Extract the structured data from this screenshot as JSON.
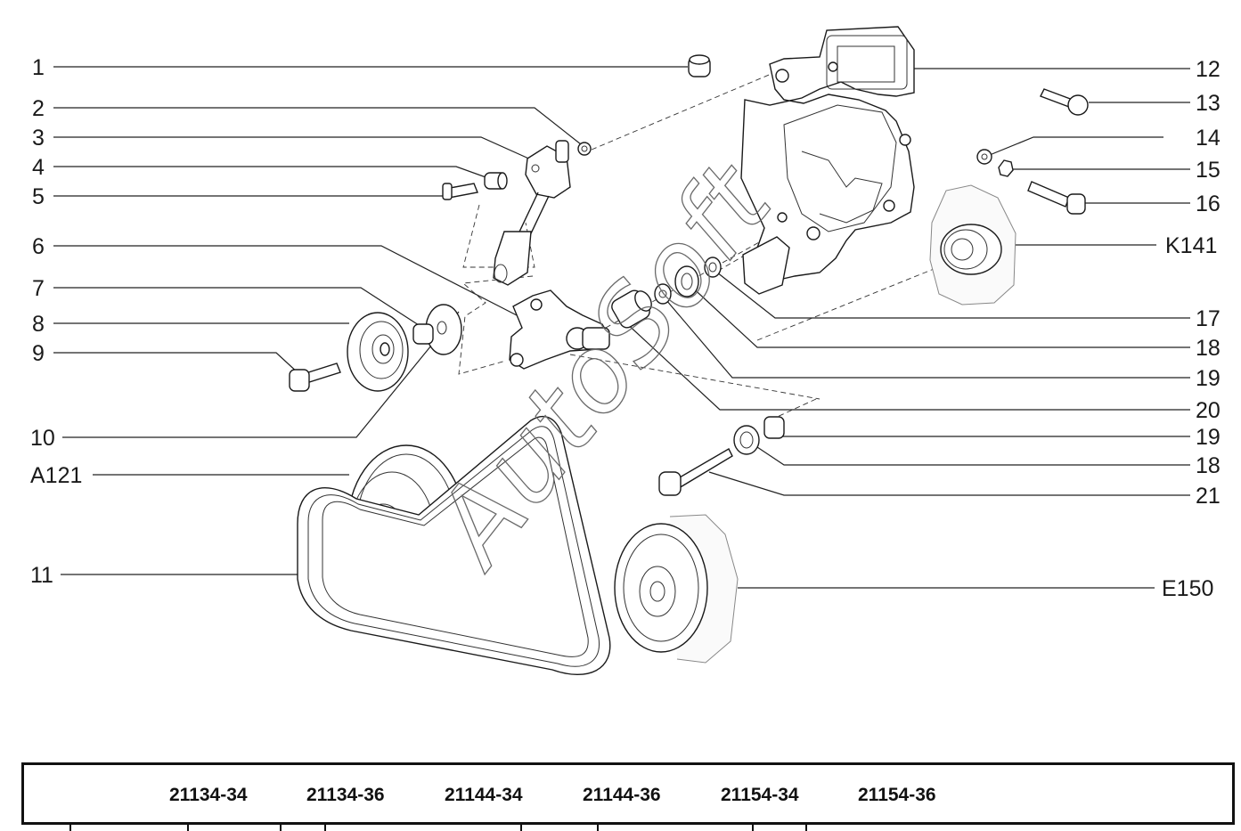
{
  "callouts_left": [
    "1",
    "2",
    "3",
    "4",
    "5",
    "6",
    "7",
    "8",
    "9",
    "10",
    "A121",
    "11"
  ],
  "callouts_right": [
    "12",
    "13",
    "14",
    "15",
    "16",
    "K141",
    "17",
    "18",
    "19",
    "20",
    "19",
    "18",
    "21",
    "E150"
  ],
  "watermark": "AutoSoft",
  "models": [
    "21134-34",
    "21134-36",
    "21144-34",
    "21144-36",
    "21154-34",
    "21154-36"
  ]
}
